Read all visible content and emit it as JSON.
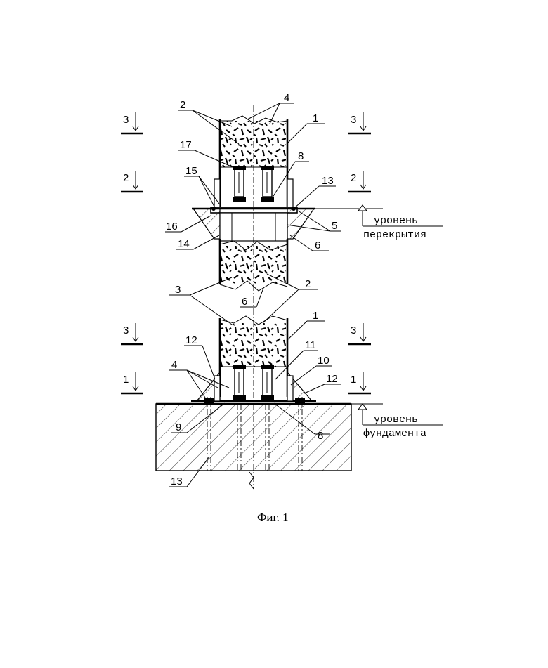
{
  "figure": {
    "caption": "Фиг. 1"
  },
  "levels": {
    "floor_label_1": "уровень",
    "floor_label_2": "перекрытия",
    "foundation_label_1": "уровень",
    "foundation_label_2": "фундамента"
  },
  "section_marks": {
    "upper_left": [
      "3",
      "2"
    ],
    "upper_right": [
      "3",
      "2"
    ],
    "lower_left": [
      "3",
      "1"
    ],
    "lower_right": [
      "3",
      "1"
    ]
  },
  "callouts": {
    "n1a": "1",
    "n2a": "2",
    "n4a": "4",
    "n17": "17",
    "n8a": "8",
    "n15": "15",
    "n13a": "13",
    "n16": "16",
    "n14": "14",
    "n5": "5",
    "n6a": "6",
    "n3": "3",
    "n2b": "2",
    "n6b": "6",
    "n1b": "1",
    "n12a": "12",
    "n11": "11",
    "n4b": "4",
    "n10": "10",
    "n12b": "12",
    "n9": "9",
    "n8b": "8",
    "n13b": "13"
  },
  "colors": {
    "ink": "#000000",
    "paper": "#ffffff"
  }
}
